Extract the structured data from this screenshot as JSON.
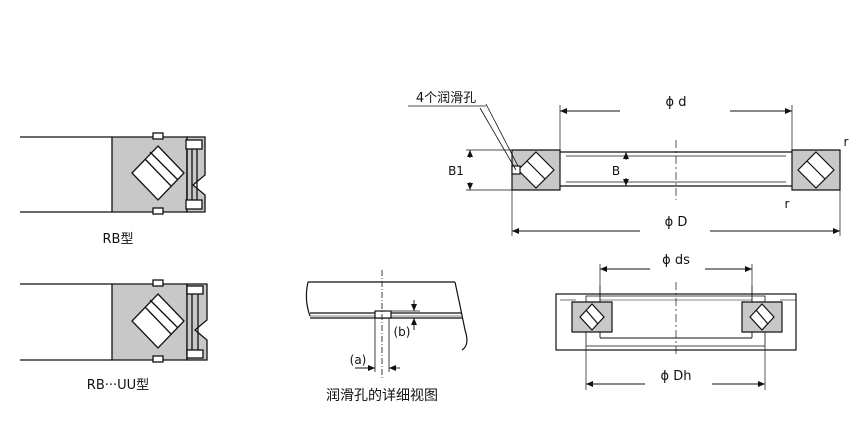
{
  "diagram": {
    "left_views": {
      "rb_caption": "RB型",
      "rbuu_caption": "RB···UU型"
    },
    "detail_view": {
      "caption": "润滑孔的详细视图",
      "label_a": "(a)",
      "label_b": "(b)"
    },
    "main_view": {
      "callout": "4个润滑孔",
      "dim_d": "ϕ d",
      "dim_D": "ϕ D",
      "dim_B": "B",
      "dim_B1": "B1",
      "corner_r_top": "r",
      "corner_r_bottom": "r"
    },
    "mount_view": {
      "dim_ds": "ϕ ds",
      "dim_Dh": "ϕ Dh"
    },
    "colors": {
      "line": "#111111",
      "fill_gray": "#c8c8c8",
      "background": "#ffffff"
    }
  }
}
